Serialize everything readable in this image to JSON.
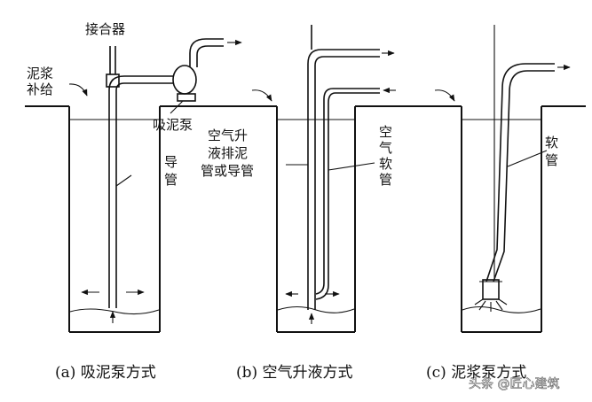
{
  "labels": {
    "connector": "接合器",
    "slurry_supply_1": "泥浆",
    "slurry_supply_2": "补给",
    "suction_pump": "吸泥泵",
    "guide_pipe_a_1": "导",
    "guide_pipe_a_2": "管",
    "airlift_pipe_1": "空气升",
    "airlift_pipe_2": "液排泥",
    "airlift_pipe_3": "管或导管",
    "air_hose_1": "空",
    "air_hose_2": "气",
    "air_hose_3": "软",
    "air_hose_4": "管",
    "hose_c_1": "软",
    "hose_c_2": "管"
  },
  "captions": {
    "a": "(a) 吸泥泵方式",
    "b": "(b) 空气升液方式",
    "c": "(c) 泥浆泵方式"
  },
  "watermark": "头条 @匠心建筑",
  "colors": {
    "line": "#111111",
    "background": "#ffffff"
  }
}
